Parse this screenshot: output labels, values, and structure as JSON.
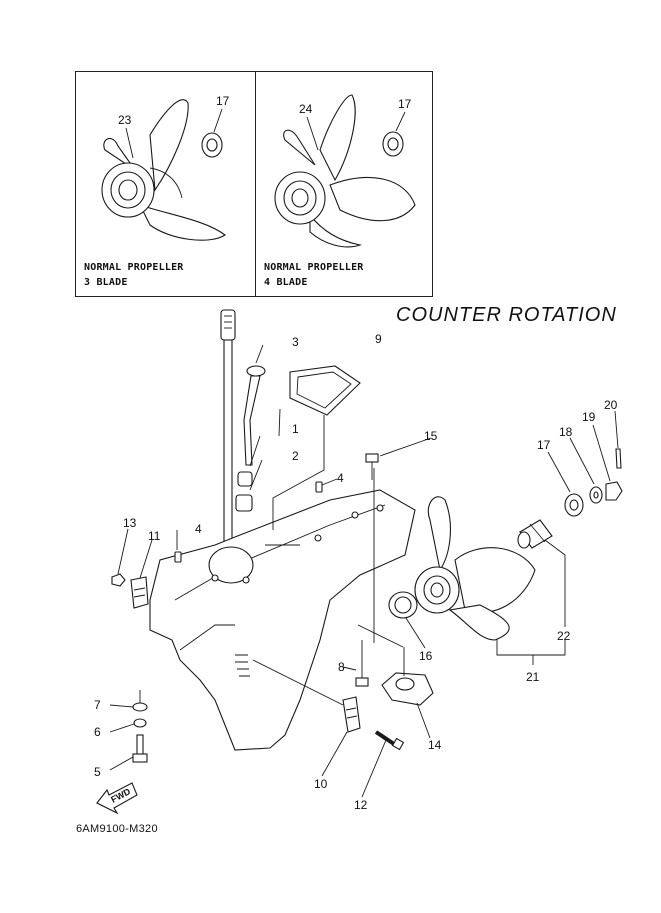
{
  "title": "COUNTER  ROTATION",
  "diagram_code": "6AM9100-M320",
  "insets": [
    {
      "caption_line1": "NORMAL PROPELLER",
      "caption_line2": "3 BLADE"
    },
    {
      "caption_line1": "NORMAL PROPELLER",
      "caption_line2": "4 BLADE"
    }
  ],
  "fwd_label": "FWD",
  "callouts": {
    "c1": "1",
    "c2": "2",
    "c3": "3",
    "c4a": "4",
    "c4b": "4",
    "c5": "5",
    "c6": "6",
    "c7": "7",
    "c8": "8",
    "c9": "9",
    "c10": "10",
    "c11": "11",
    "c12": "12",
    "c13": "13",
    "c14": "14",
    "c15": "15",
    "c16": "16",
    "c17": "17",
    "c18": "18",
    "c19": "19",
    "c20": "20",
    "c21": "21",
    "c22": "22",
    "inset_c23": "23",
    "inset_c17a": "17",
    "inset_c24": "24",
    "inset_c17b": "17"
  }
}
